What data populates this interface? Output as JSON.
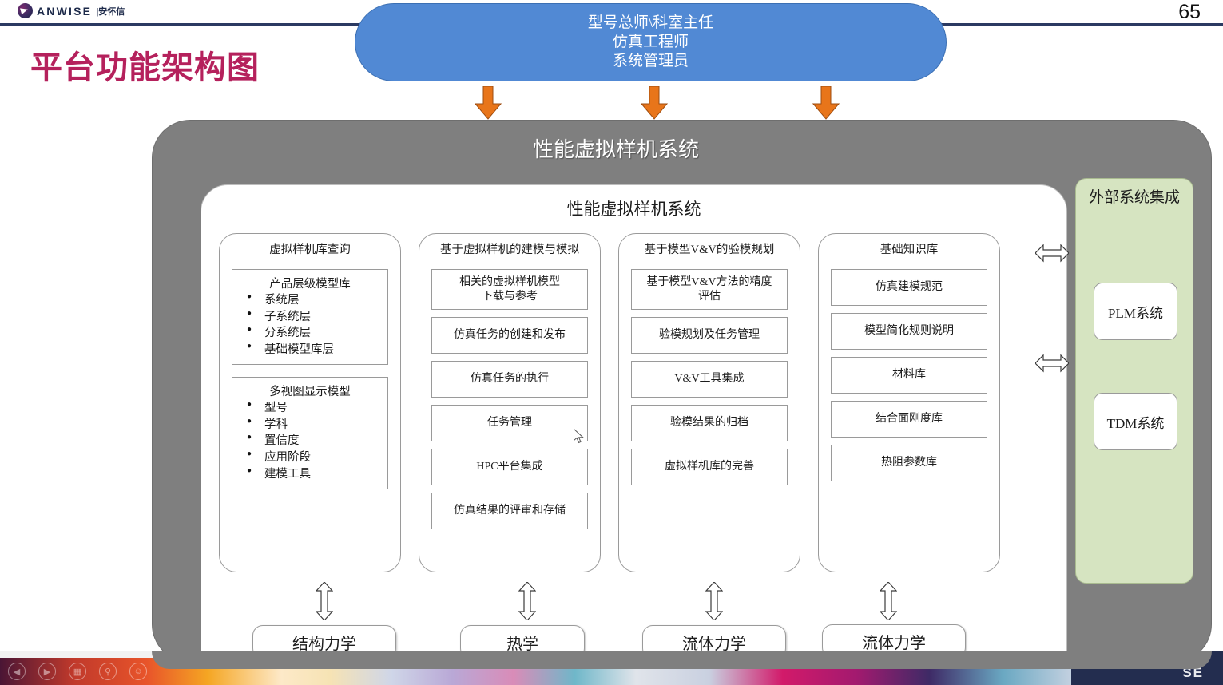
{
  "header": {
    "logo_text": "ANWISE",
    "logo_divider": "|",
    "logo_cn": "安怀信",
    "page_number": "65"
  },
  "slide": {
    "title": "平台功能架构图"
  },
  "role_banner": {
    "lines": [
      "型号总师\\科室主任",
      "仿真工程师",
      "系统管理员"
    ]
  },
  "gray_container": {
    "title": "性能虚拟样机系统"
  },
  "white_panel": {
    "title": "性能虚拟样机系统"
  },
  "columns": [
    {
      "title": "虚拟样机库查询",
      "list_boxes": [
        {
          "title": "产品层级模型库",
          "items": [
            "系统层",
            "子系统层",
            "分系统层",
            "基础模型库层"
          ]
        },
        {
          "title": "多视图显示模型",
          "items": [
            "型号",
            "学科",
            "置信度",
            "应用阶段",
            "建模工具"
          ]
        }
      ]
    },
    {
      "title": "基于虚拟样机的建模与模拟",
      "items": [
        "相关的虚拟样机模型\n下载与参考",
        "仿真任务的创建和发布",
        "仿真任务的执行",
        "任务管理",
        "HPC平台集成",
        "仿真结果的评审和存储"
      ]
    },
    {
      "title": "基于模型V&V的验模规划",
      "items": [
        "基于模型V&V方法的精度\n评估",
        "验模规划及任务管理",
        "V&V工具集成",
        "验模结果的归档",
        "虚拟样机库的完善"
      ]
    },
    {
      "title": "基础知识库",
      "items": [
        "仿真建模规范",
        "模型简化规则说明",
        "材料库",
        "结合面刚度库",
        "热阻参数库"
      ]
    }
  ],
  "external_panel": {
    "title": "外部系统集成",
    "systems": [
      "PLM系统",
      "TDM系统"
    ]
  },
  "disciplines": [
    "结构力学",
    "热学",
    "流体力学",
    "流体力学"
  ],
  "taskbar": {
    "icons": [
      "back-icon",
      "forward-icon",
      "grid-icon",
      "search-icon",
      "smiley-icon"
    ],
    "right_label": "SE"
  },
  "colors": {
    "title_crimson": "#B5215C",
    "banner_blue": "#5189D4",
    "container_gray": "#7F7F7F",
    "external_green": "#D6E4C1",
    "arrow_orange": "#E8751A",
    "header_rule": "#2B3A62"
  }
}
